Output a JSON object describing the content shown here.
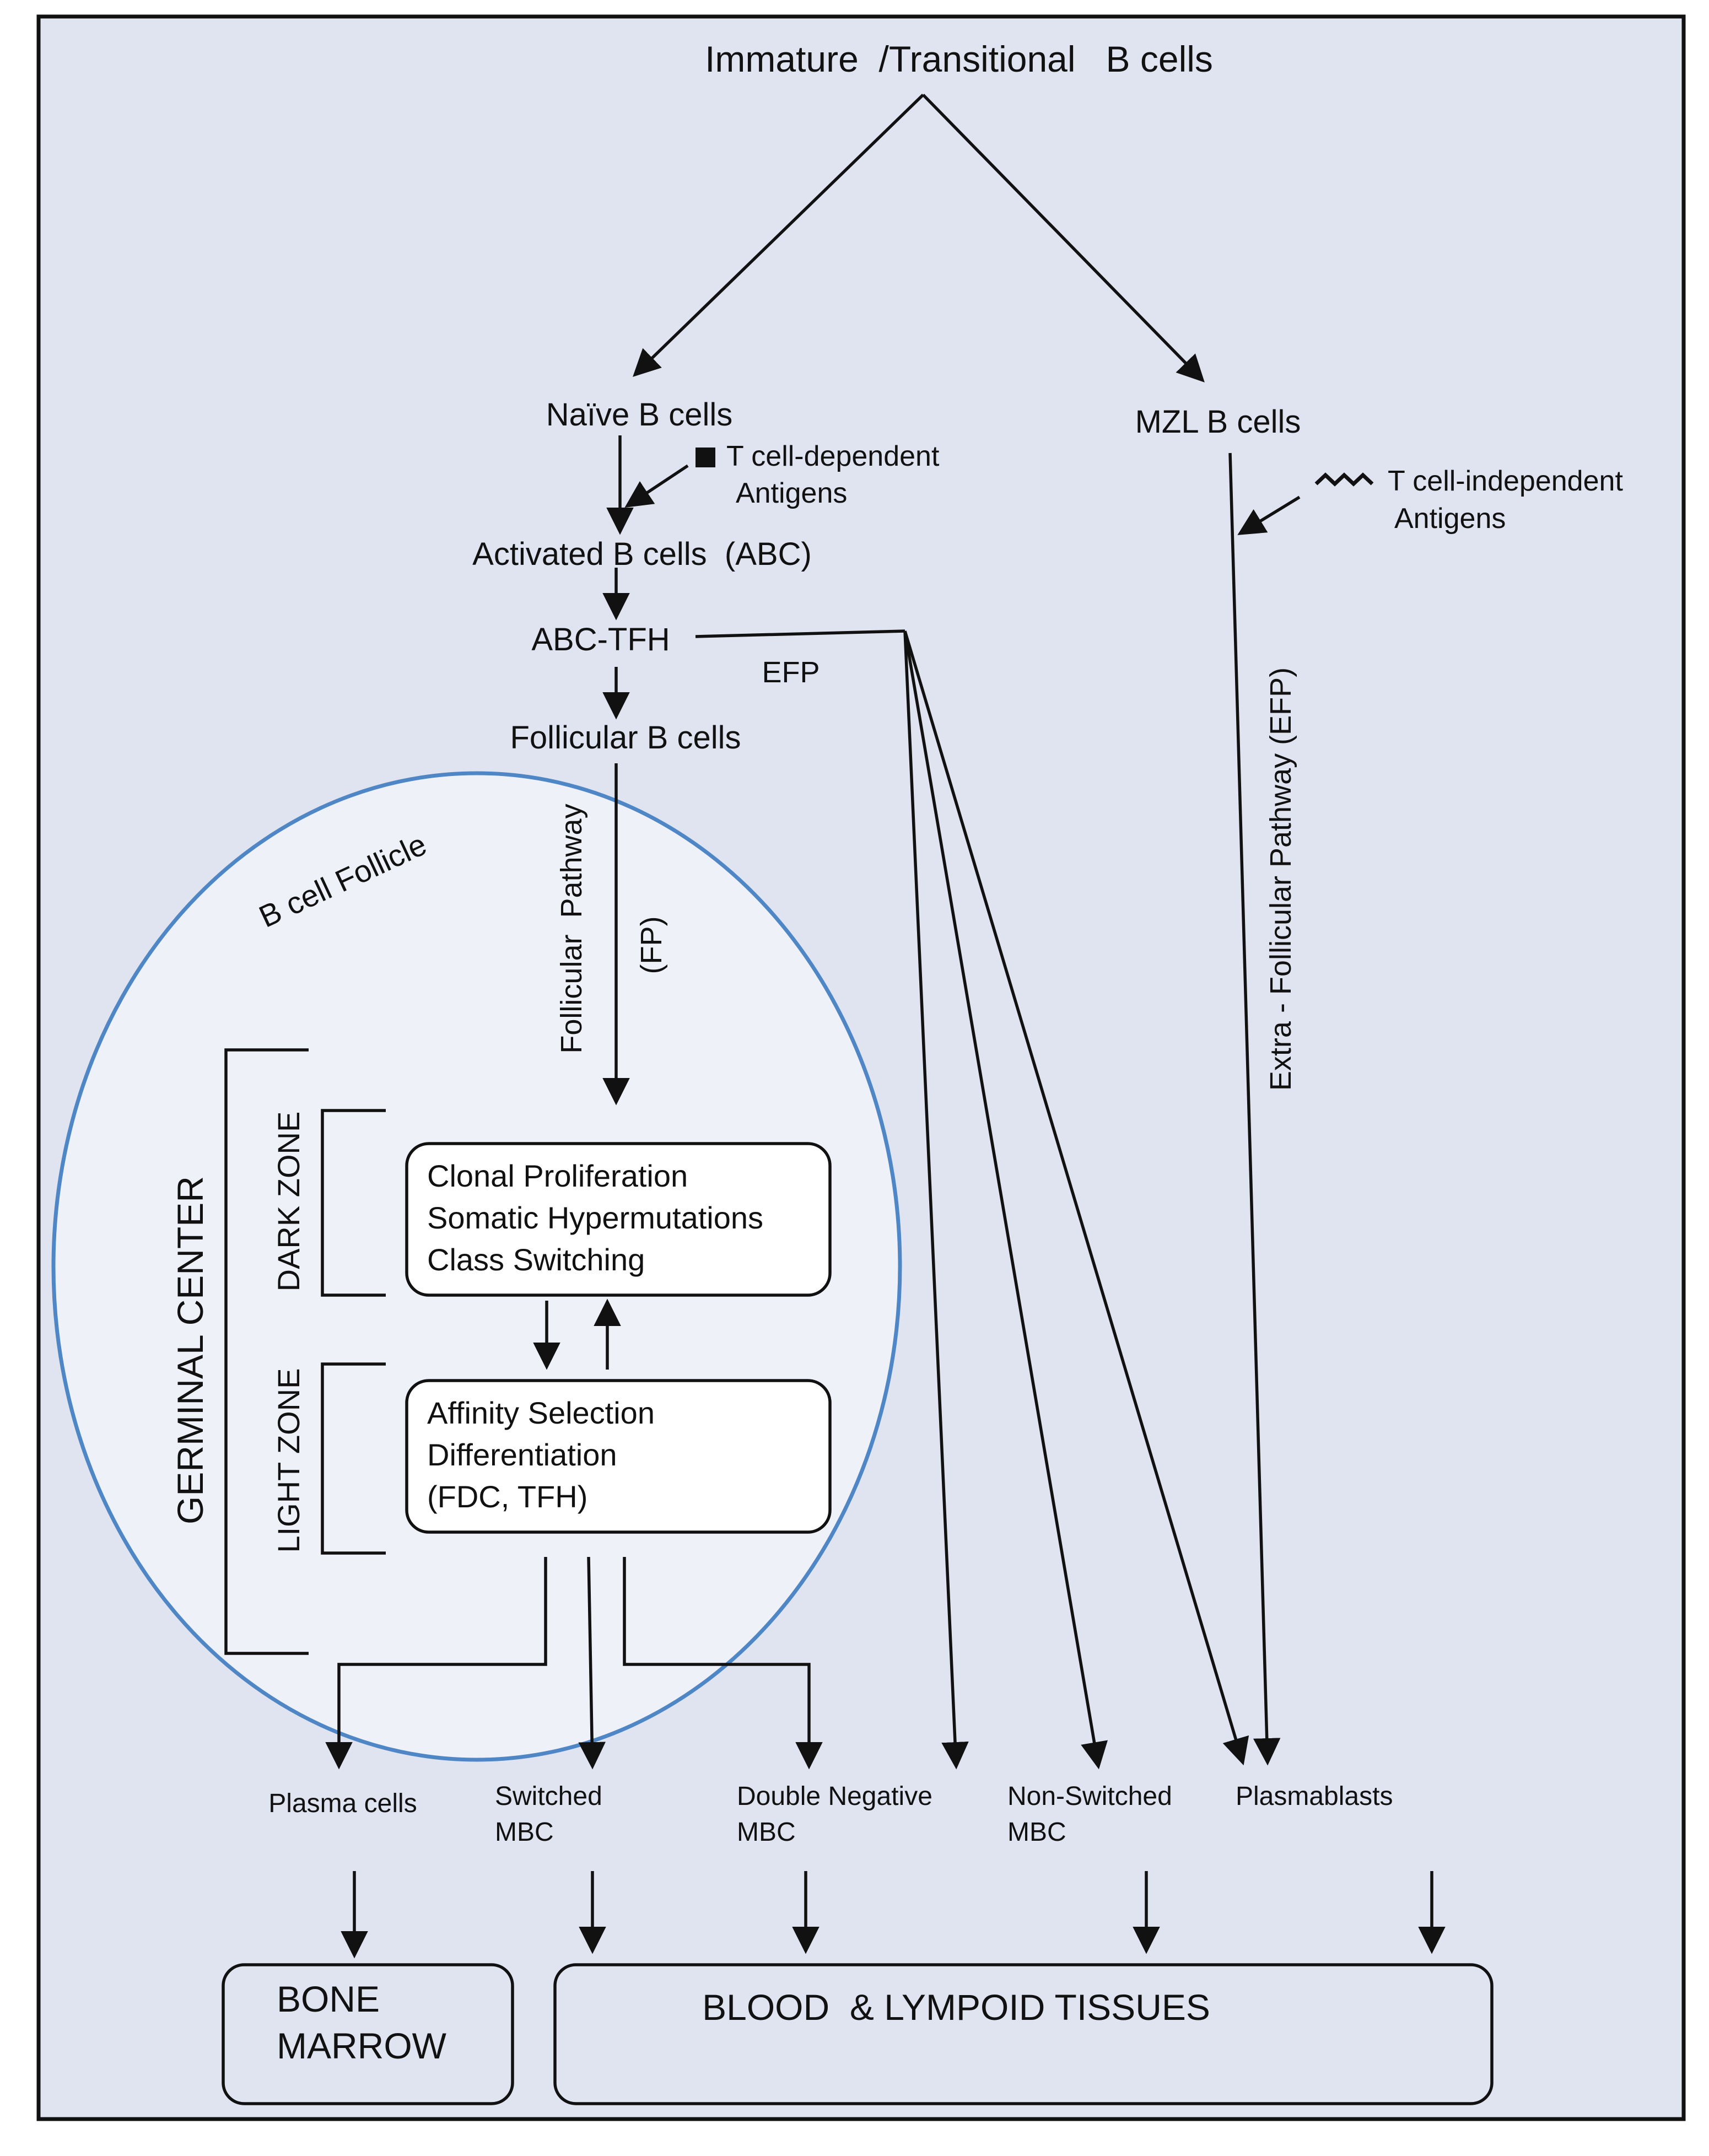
{
  "colors": {
    "background": "#dfe4f0",
    "follicle_fill": "#eef1f8",
    "follicle_stroke": "#4f86c6",
    "ink": "#111111",
    "box_fill": "#ffffff"
  },
  "nodes": {
    "immature": "Immature  /Transitional   B cells",
    "naive": "Naïve B cells",
    "mzl": "MZL B cells",
    "tdep_line1": "T cell-dependent",
    "tdep_line2": "Antigens",
    "tindep_line1": "T cell-independent",
    "tindep_line2": "Antigens",
    "activated": "Activated B cells  (ABC)",
    "abc_tfh": "ABC-TFH",
    "efp": "EFP",
    "follicular": "Follicular B cells",
    "extra_follicular": "Extra - Follicular Pathway (EFP)",
    "follicular_pathway": "Follicular  Pathway",
    "fp": "(FP)",
    "follicle": "B cell Follicle",
    "germinal_center": "GERMINAL CENTER",
    "dark_zone": "DARK ZONE",
    "light_zone": "LIGHT ZONE"
  },
  "dark_box": [
    "Clonal Proliferation",
    "Somatic Hypermutations",
    "Class Switching"
  ],
  "light_box": [
    "Affinity Selection",
    "Differentiation",
    "(FDC, TFH)"
  ],
  "outputs": {
    "plasma": "Plasma cells",
    "switched_1": "Switched",
    "switched_2": "MBC",
    "dn_1": "Double Negative",
    "dn_2": "MBC",
    "nonswitched_1": "Non-Switched",
    "nonswitched_2": "MBC",
    "plasmablasts": "Plasmablasts"
  },
  "destinations": {
    "bone_1": "BONE",
    "bone_2": "MARROW",
    "blood": "BLOOD  & LYMPOID TISSUES"
  }
}
